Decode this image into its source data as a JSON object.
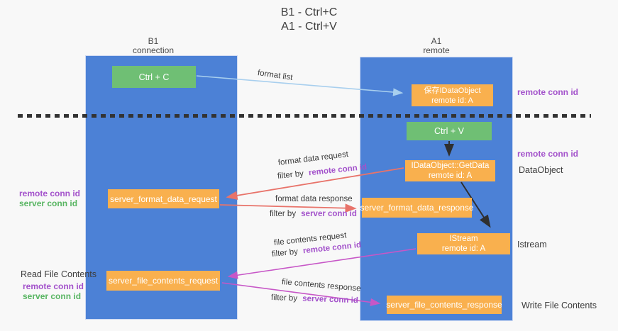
{
  "title": {
    "line1": "B1 - Ctrl+C",
    "line2": "A1 - Ctrl+V"
  },
  "lanes": {
    "left": {
      "name": "B1",
      "role": "connection"
    },
    "right": {
      "name": "A1",
      "role": "remote"
    }
  },
  "nodes": {
    "ctrl_c": {
      "label": "Ctrl + C"
    },
    "ctrl_v": {
      "label": "Ctrl + V"
    },
    "save_idataobject": {
      "line1": "保存IDataObject",
      "line2": "remote id: A"
    },
    "getdata": {
      "line1": "IDataObject::GetData",
      "line2": "remote id: A"
    },
    "istream": {
      "line1": "IStream",
      "line2": "remote id: A"
    },
    "format_request": {
      "label": "server_format_data_request"
    },
    "format_response": {
      "label": "server_format_data_response"
    },
    "file_request": {
      "label": "server_file_contents_request"
    },
    "file_response": {
      "label": "server_file_contents_response"
    }
  },
  "edges": {
    "format_list": {
      "label": "format list"
    },
    "format_data_request": {
      "label": "format data request",
      "filter_prefix": "filter by",
      "filter_key": "remote conn id"
    },
    "format_data_response": {
      "label": "format data response",
      "filter_prefix": "filter by",
      "filter_key": "server conn id"
    },
    "file_contents_request": {
      "label": "file contents request",
      "filter_prefix": "filter by",
      "filter_key": "remote conn id"
    },
    "file_contents_response": {
      "label": "file contents response",
      "filter_prefix": "filter by",
      "filter_key": "server conn id"
    }
  },
  "annotations": {
    "remote_conn_id_top_right": "remote conn id",
    "remote_conn_id_mid_right": "remote conn id",
    "dataobject": "DataObject",
    "istream": "Istream",
    "write_file_contents": "Write File Contents",
    "read_file_contents": "Read File Contents",
    "left_mid": {
      "remote": "remote conn id",
      "server": "server conn id"
    },
    "left_bottom": {
      "remote": "remote conn id",
      "server": "server conn id"
    }
  },
  "colors": {
    "lane_blue": "#4c81d6",
    "node_green": "#6fbf74",
    "node_orange": "#f9b04e",
    "remote_conn_purple": "#a352cb",
    "server_conn_green": "#58b562",
    "arrow_light_blue": "#a8cfee",
    "arrow_red": "#e8736a",
    "arrow_magenta": "#c757c7",
    "arrow_black": "#2f2f2f"
  }
}
